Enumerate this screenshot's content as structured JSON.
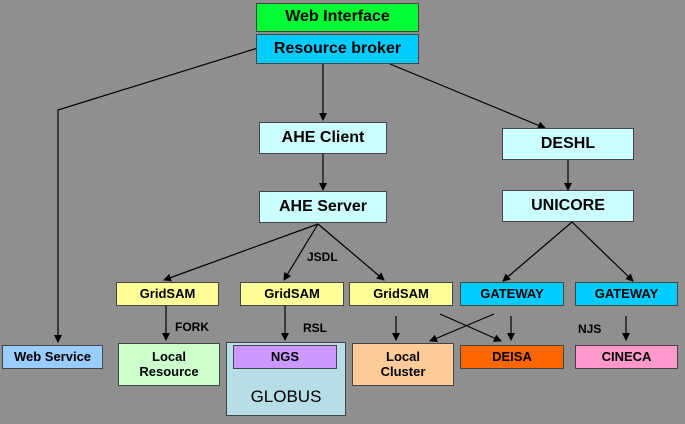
{
  "colors": {
    "background": "#8f8f8f",
    "green": "#00ff33",
    "cyan": "#00ccff",
    "light_cyan": "#ccffff",
    "yellow": "#ffff99",
    "light_green": "#ccffcc",
    "purple": "#cc99ff",
    "light_blue": "#99ccff",
    "peach": "#ffcc99",
    "orange": "#ff6600",
    "pink": "#ff99cc",
    "globus": "#b7dde6"
  },
  "nodes": {
    "web_interface": "Web Interface",
    "resource_broker": "Resource broker",
    "ahe_client": "AHE Client",
    "ahe_server": "AHE Server",
    "deshl": "DESHL",
    "unicore": "UNICORE",
    "gridsam_1": "GridSAM",
    "gridsam_2": "GridSAM",
    "gridsam_3": "GridSAM",
    "gateway_1": "GATEWAY",
    "gateway_2": "GATEWAY",
    "web_service": "Web Service",
    "local_resource_line1": "Local",
    "local_resource_line2": "Resource",
    "ngs": "NGS",
    "globus": "GLOBUS",
    "local_cluster_line1": "Local",
    "local_cluster_line2": "Cluster",
    "deisa": "DEISA",
    "cineca": "CINECA"
  },
  "edge_labels": {
    "jsdl": "JSDL",
    "fork": "FORK",
    "rsl": "RSL",
    "njs": "NJS"
  }
}
